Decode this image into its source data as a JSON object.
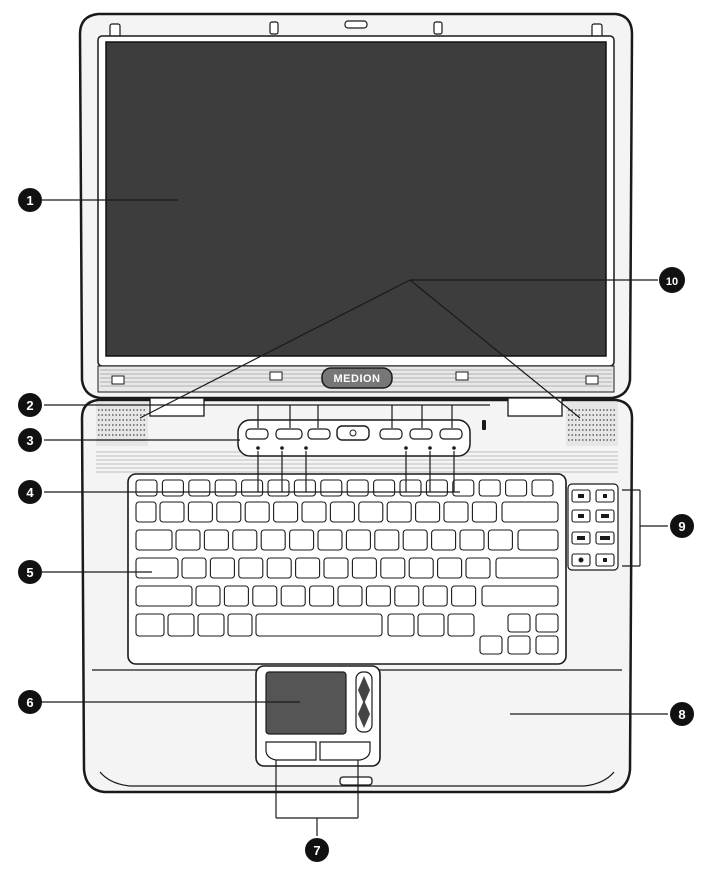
{
  "logo_text": "MEDION",
  "callouts": [
    "1",
    "2",
    "3",
    "4",
    "5",
    "6",
    "7",
    "8",
    "9",
    "10"
  ],
  "colors": {
    "line": "#1a1a1a",
    "screen": "#3d3d3d",
    "body_fill": "#f4f4f4",
    "key_fill": "#ffffff",
    "grille": "#444444"
  }
}
